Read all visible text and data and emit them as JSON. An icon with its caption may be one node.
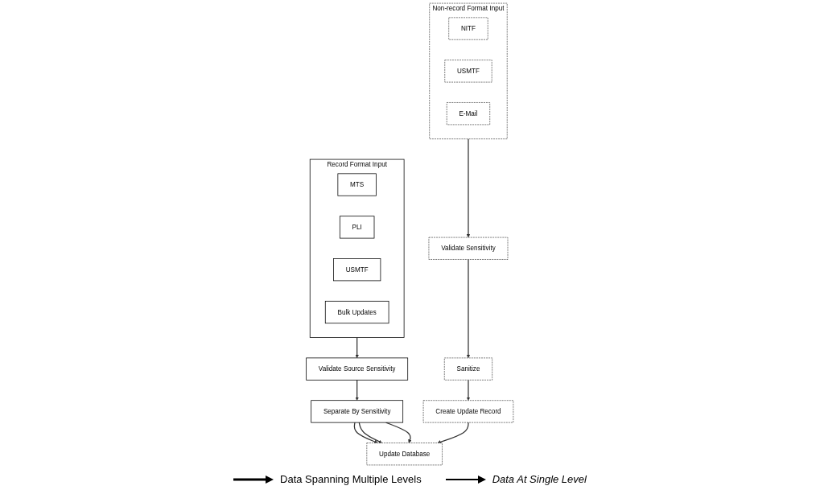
{
  "diagram": {
    "nodes": [
      {
        "text": [
          "Record Format Input"
        ]
      },
      {
        "text": [
          "MTS"
        ],
        "in": 0
      },
      {
        "text": [
          "PLI"
        ],
        "in": 0
      },
      {
        "text": [
          "USMTF"
        ],
        "in": 0
      },
      {
        "text": [
          "Bulk Updates"
        ],
        "in": 0
      },
      {
        "text": [
          "Non-record Format Input"
        ]
      },
      {
        "text": [
          "NITF"
        ],
        "in": 5
      },
      {
        "text": [
          "USMTF"
        ],
        "in": 5
      },
      {
        "text": [
          "E-Mail"
        ],
        "in": 5
      },
      {
        "text": [
          "Validate Source Sensitivity"
        ]
      },
      {
        "text": [
          "Separate By Sensitivity"
        ]
      },
      {
        "text": [
          "Update Database"
        ]
      },
      {
        "text": [
          "Validate Sensitivity"
        ]
      },
      {
        "text": [
          "Sanitize"
        ]
      },
      {
        "text": [
          "Create Update Record"
        ]
      }
    ],
    "edges": [
      {
        "from": 0,
        "to": 9,
        "arrow": "to"
      },
      {
        "from": 9,
        "to": 10,
        "arrow": "to"
      },
      {
        "from": 10,
        "to": 11,
        "arrow": "to"
      },
      {
        "from": 10,
        "to": 11,
        "arrow": "to"
      },
      {
        "from": 10,
        "to": 11,
        "arrow": "to"
      },
      {
        "from": 5,
        "to": 12,
        "arrow": "to"
      },
      {
        "from": 12,
        "to": 13,
        "arrow": "to"
      },
      {
        "from": 13,
        "to": 14,
        "arrow": "to"
      },
      {
        "from": 14,
        "to": 11,
        "arrow": "to"
      }
    ],
    "legend": [
      {
        "text": "Data Spanning Multiple Levels"
      },
      {
        "text": "Data At Single Level"
      }
    ]
  }
}
